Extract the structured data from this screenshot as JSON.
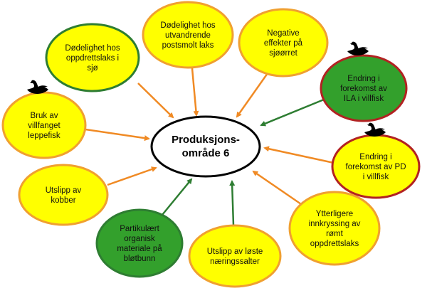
{
  "colors": {
    "fill_yellow": "#ffff00",
    "fill_green": "#33a02c",
    "border_orange": "#f0a030",
    "border_green": "#2e7d32",
    "border_red": "#b22222",
    "arrow_orange": "#f08a24",
    "arrow_green": "#2e7d32",
    "center_fill": "#ffffff",
    "center_border": "#000000"
  },
  "center": {
    "lines": [
      "Produksjons-",
      "område 6"
    ]
  },
  "nodes": [
    {
      "id": "oppdrettslaks",
      "lines": [
        "Dødelighet hos",
        "oppdrettslaks i",
        "sjø"
      ],
      "border": "green",
      "arrow": "orange",
      "swan": false
    },
    {
      "id": "postsmolt",
      "lines": [
        "Dødelighet hos",
        "utvandrende",
        "postsmolt laks"
      ],
      "border": "orange",
      "arrow": "orange",
      "swan": false
    },
    {
      "id": "sjoorret",
      "lines": [
        "Negative",
        "effekter på",
        "sjøørret"
      ],
      "border": "orange",
      "arrow": "orange",
      "swan": false
    },
    {
      "id": "ila",
      "lines": [
        "Endring i",
        "forekomst av",
        "ILA i villfisk"
      ],
      "border": "red",
      "arrow": "green",
      "swan": true
    },
    {
      "id": "pd",
      "lines": [
        "Endring i",
        "forekomst av PD",
        "i villfisk"
      ],
      "border": "red",
      "arrow": "orange",
      "swan": true
    },
    {
      "id": "rommt",
      "lines": [
        "Ytterligere",
        "innkryssing av",
        "rømt",
        "oppdrettslaks"
      ],
      "border": "orange",
      "arrow": "orange",
      "swan": false
    },
    {
      "id": "naeringssalter",
      "lines": [
        "Utslipp av løste",
        "næringssalter"
      ],
      "border": "orange",
      "arrow": "green",
      "swan": false
    },
    {
      "id": "partikulaert",
      "lines": [
        "Partikulært",
        "organisk",
        "materiale på",
        "bløtbunn"
      ],
      "border": "green",
      "arrow": "green",
      "swan": false
    },
    {
      "id": "kobber",
      "lines": [
        "Utslipp av",
        "kobber"
      ],
      "border": "orange",
      "arrow": "orange",
      "swan": false
    },
    {
      "id": "leppefisk",
      "lines": [
        "Bruk av",
        "villfanget",
        "leppefisk"
      ],
      "border": "orange",
      "arrow": "orange",
      "swan": true
    }
  ]
}
